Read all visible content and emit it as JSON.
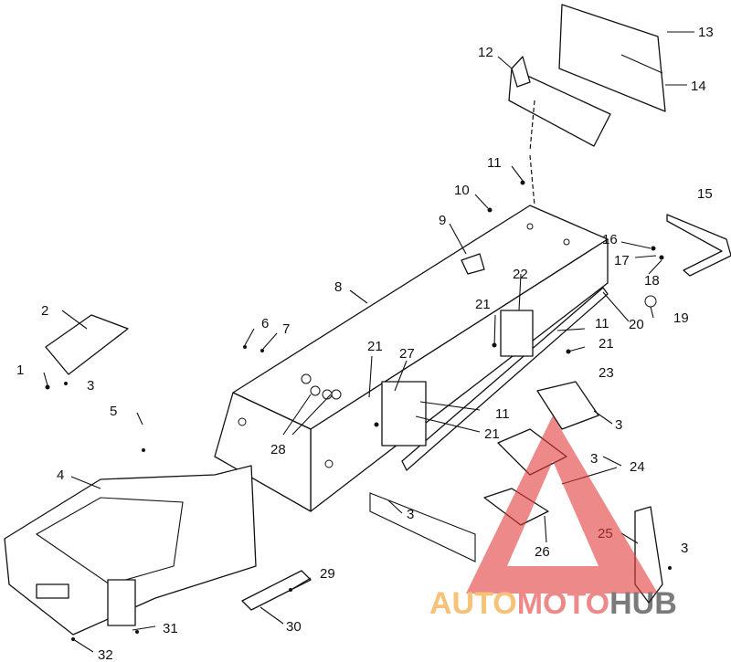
{
  "callouts": [
    {
      "n": "1"
    },
    {
      "n": "2"
    },
    {
      "n": "3"
    },
    {
      "n": "4"
    },
    {
      "n": "5"
    },
    {
      "n": "6"
    },
    {
      "n": "7"
    },
    {
      "n": "8"
    },
    {
      "n": "9"
    },
    {
      "n": "10"
    },
    {
      "n": "11"
    },
    {
      "n": "12"
    },
    {
      "n": "13"
    },
    {
      "n": "14"
    },
    {
      "n": "15"
    },
    {
      "n": "16"
    },
    {
      "n": "17"
    },
    {
      "n": "18"
    },
    {
      "n": "19"
    },
    {
      "n": "20"
    },
    {
      "n": "21"
    },
    {
      "n": "22"
    },
    {
      "n": "23"
    },
    {
      "n": "24"
    },
    {
      "n": "25"
    },
    {
      "n": "26"
    },
    {
      "n": "27"
    },
    {
      "n": "28"
    },
    {
      "n": "29"
    },
    {
      "n": "30"
    },
    {
      "n": "31"
    },
    {
      "n": "32"
    }
  ],
  "watermark": {
    "part1": "AUTO",
    "part2": "MOTO",
    "part3": "HUB"
  }
}
